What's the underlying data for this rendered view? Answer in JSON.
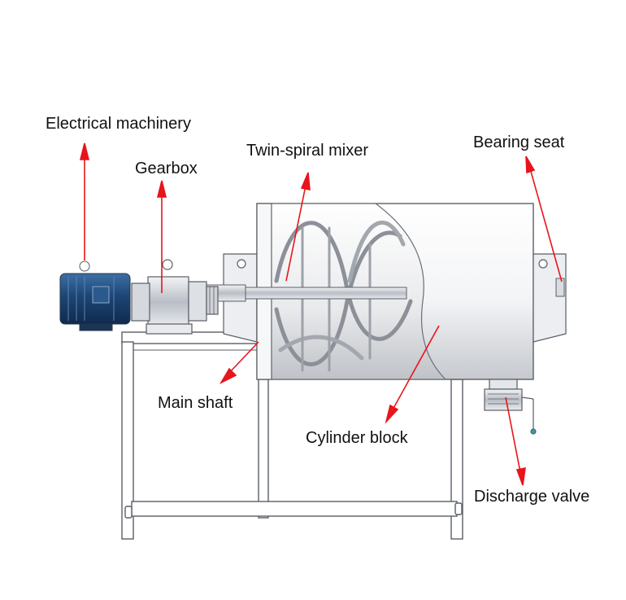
{
  "labels": {
    "electrical_machinery": "Electrical machinery",
    "gearbox": "Gearbox",
    "twin_spiral_mixer": "Twin-spiral mixer",
    "bearing_seat": "Bearing seat",
    "main_shaft": "Main shaft",
    "cylinder_block": "Cylinder block",
    "discharge_valve": "Discharge valve"
  },
  "colors": {
    "arrow": "#e8151b",
    "outline": "#5a5e66",
    "motor_body": "#1f4a7a",
    "metal": "#cfd3d8",
    "background": "#ffffff"
  }
}
